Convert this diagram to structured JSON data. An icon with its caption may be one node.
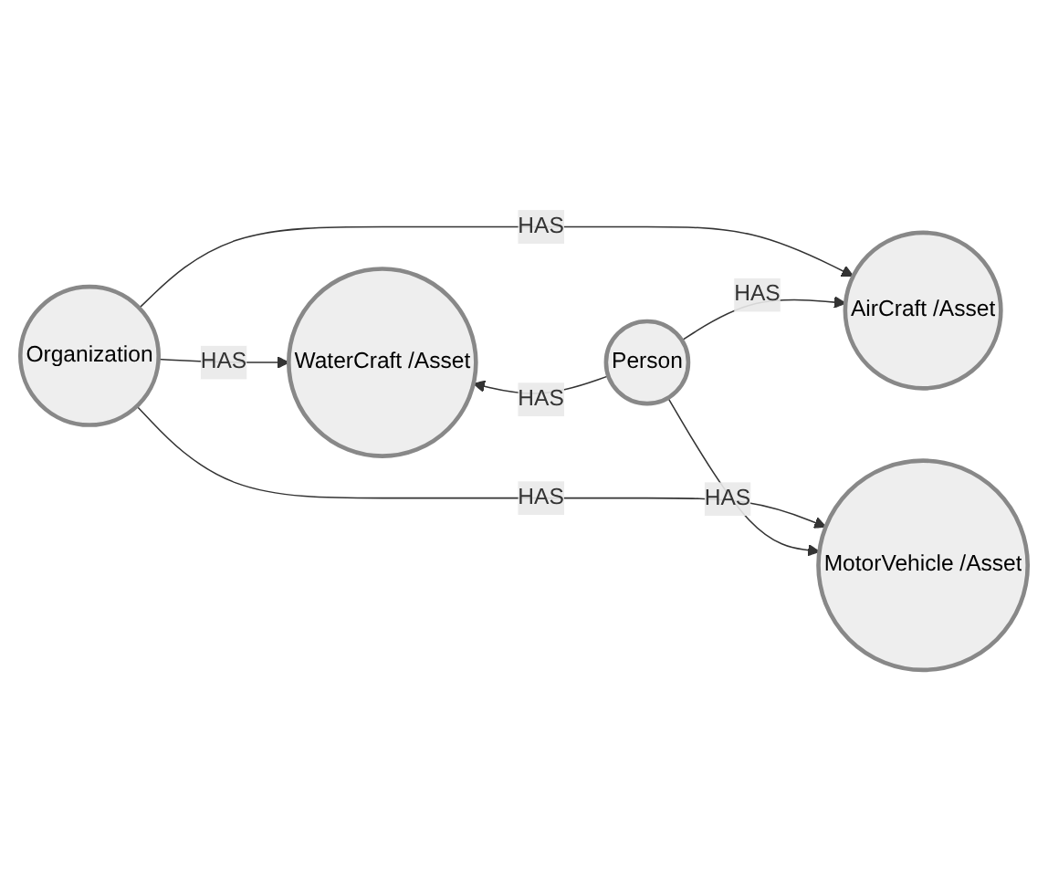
{
  "diagram": {
    "nodes": [
      {
        "text": [
          "WaterCraft /Asset"
        ]
      },
      {
        "text": [
          "Organization"
        ]
      },
      {
        "text": [
          "AirCraft /Asset"
        ]
      },
      {
        "text": [
          "Person"
        ]
      },
      {
        "text": [
          "MotorVehicle /Asset"
        ]
      }
    ],
    "edges": [
      {
        "from": 1,
        "to": 0,
        "arrow": "to",
        "label": "HAS"
      },
      {
        "from": 1,
        "to": 2,
        "arrow": "to",
        "label": "HAS"
      },
      {
        "from": 1,
        "to": 4,
        "arrow": "to",
        "label": "HAS"
      },
      {
        "from": 3,
        "to": 0,
        "arrow": "to",
        "label": "HAS"
      },
      {
        "from": 3,
        "to": 2,
        "arrow": "to",
        "label": "HAS"
      },
      {
        "from": 3,
        "to": 4,
        "arrow": "to",
        "label": "HAS"
      }
    ]
  }
}
